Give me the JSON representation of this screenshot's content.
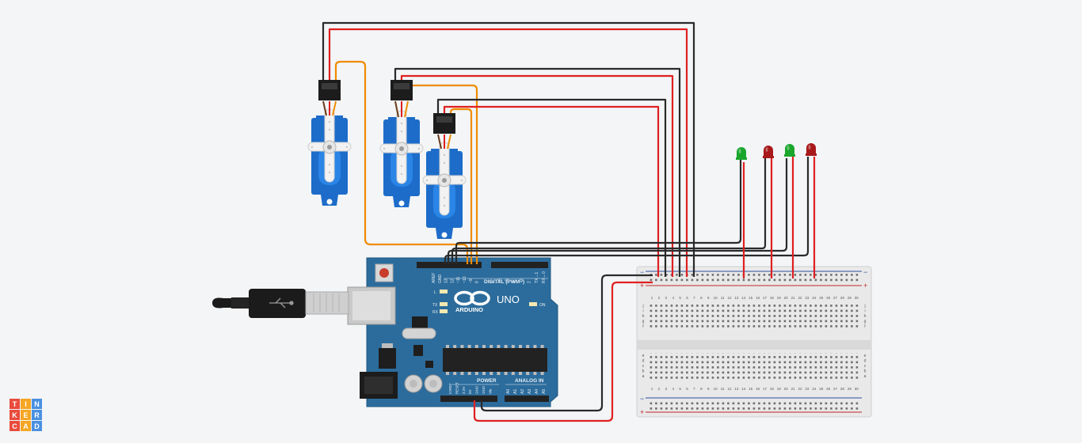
{
  "board": {
    "digital_pin_labels": [
      "AREF",
      "GND",
      "13",
      "12",
      "~11",
      "~10",
      "~9",
      "8",
      "7",
      "~6",
      "~5",
      "4",
      "~3",
      "2",
      "TX→1",
      "RX←0"
    ],
    "digital_header_label": "DIGITAL (PWM~)",
    "logo_text": "ARDUINO",
    "model": "UNO",
    "led_labels": [
      "L",
      "TX",
      "RX"
    ],
    "on_label": "ON",
    "power_header_label": "POWER",
    "power_pin_labels": [
      "IOREF",
      "RESET",
      "3.3V",
      "5V",
      "GND",
      "GND",
      "Vin"
    ],
    "analog_header_label": "ANALOG IN",
    "analog_pin_labels": [
      "A0",
      "A1",
      "A2",
      "A3",
      "A4",
      "A5"
    ]
  },
  "breadboard": {
    "columns": 30,
    "row_letters_top": [
      "j",
      "i",
      "h",
      "g",
      "f"
    ],
    "row_letters_bottom": [
      "e",
      "d",
      "c",
      "b",
      "a"
    ],
    "rail_plus": "+",
    "rail_minus": "−"
  },
  "leds": [
    {
      "color": "green",
      "hex": "#1aa62c"
    },
    {
      "color": "red",
      "hex": "#a8191b"
    },
    {
      "color": "green",
      "hex": "#1aa62c"
    },
    {
      "color": "red",
      "hex": "#a8191b"
    }
  ],
  "colors": {
    "wire_red": "#e02020",
    "wire_black": "#2a2a2a",
    "wire_orange": "#f08c00",
    "arduino_blue": "#2c6c9c",
    "servo_blue": "#1d6cc9"
  },
  "logo": {
    "letters": [
      "T",
      "I",
      "N",
      "K",
      "E",
      "R",
      "C",
      "A",
      "D"
    ],
    "tile_colors": [
      "#e94b3c",
      "#f5a623",
      "#4a90e2",
      "#e94b3c",
      "#f5a623",
      "#4a90e2",
      "#e94b3c",
      "#f5a623",
      "#4a90e2"
    ]
  }
}
